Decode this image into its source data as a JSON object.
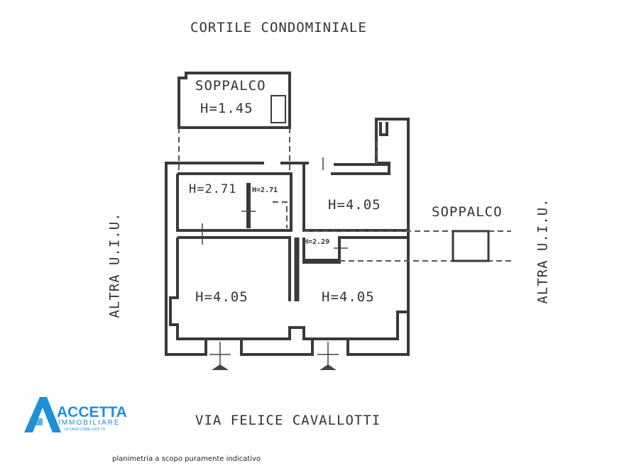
{
  "plan": {
    "top_label": "CORTILE CONDOMINIALE",
    "bottom_label": "VIA FELICE CAVALLOTTI",
    "left_label": "ALTRA U.I.U.",
    "right_label": "ALTRA U.I.U.",
    "mezzanine_top": {
      "name": "SOPPALCO",
      "height": "H=1.45"
    },
    "mezzanine_right": {
      "name": "SOPPALCO"
    },
    "rooms": [
      "H=2.71",
      "H=2.71",
      "H=4.05",
      "H=2.29",
      "H=4.05",
      "H=4.05"
    ]
  },
  "logo": {
    "name": "ACCETTA",
    "sub": "IMMOBILIARE",
    "tagline": "LA CASA COME VUOI TU",
    "color": "#1f8fd6"
  },
  "note": "planimetria a scopo puramente indicativo"
}
